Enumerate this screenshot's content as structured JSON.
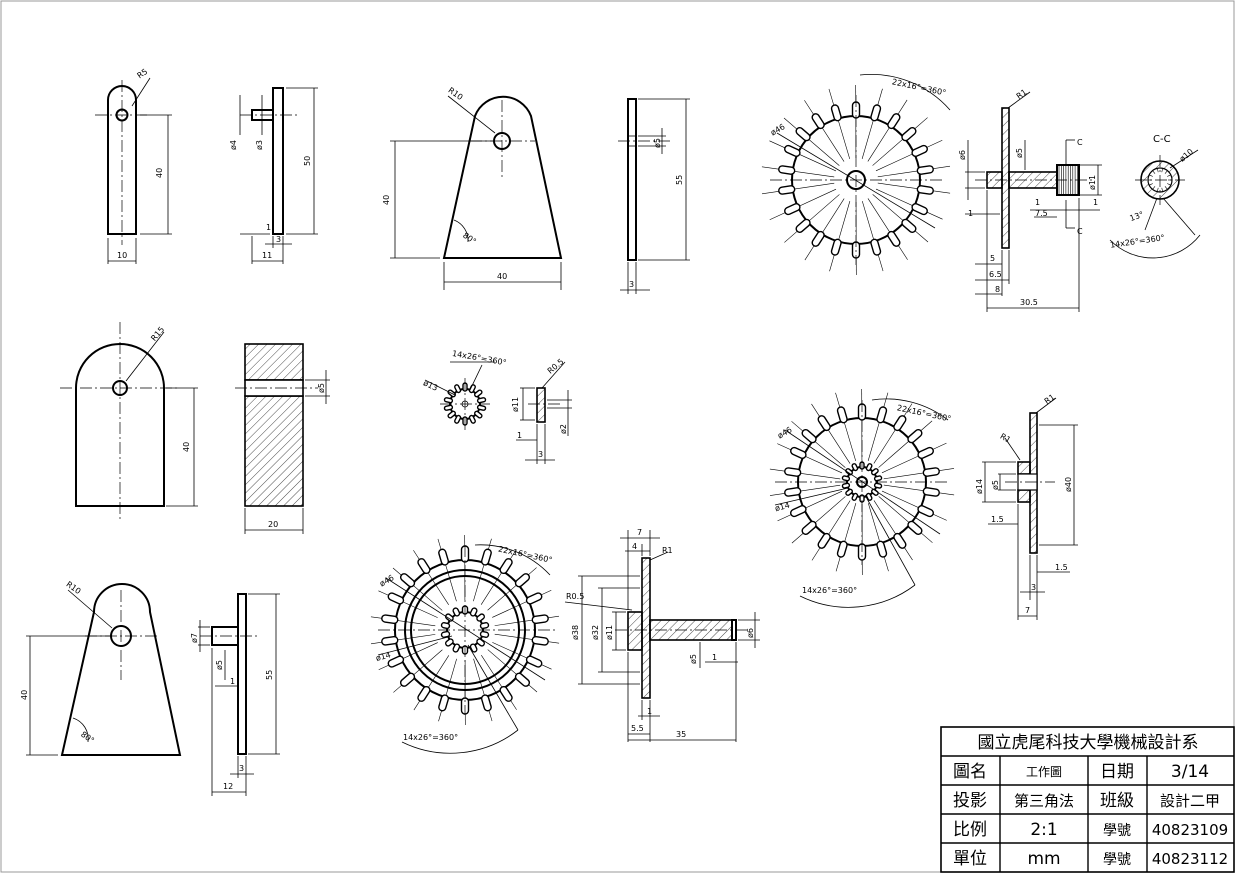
{
  "dims": {
    "d1_r": "R5",
    "d1_h": "40",
    "d1_w": "10",
    "d2_phi4": "ø4",
    "d2_phi3": "ø3",
    "d2_h": "50",
    "d2_1": "1",
    "d2_3": "3",
    "d2_11": "11",
    "d3_r": "R10",
    "d3_h": "40",
    "d3_ang": "80°",
    "d3_w": "40",
    "d4_phi5": "ø5",
    "d4_h": "55",
    "d4_3": "3",
    "d5_r": "R15",
    "d5_h": "40",
    "d6_phi5": "ø5",
    "d6_w": "20",
    "d7_r": "R10",
    "d7_h": "40",
    "d7_ang": "80°",
    "d8_phi7": "ø7",
    "d8_phi5": "ø5",
    "d8_1": "1",
    "d8_h": "55",
    "d8_3": "3",
    "d8_12": "12",
    "s1_pitch": "14x26°=360°",
    "s1_phi13": "ø13",
    "s2_r": "R0.5",
    "s2_phi11": "ø11",
    "s2_1": "1",
    "s2_phi2": "ø2",
    "s2_3": "3",
    "g1_pitch": "22x16°=360°",
    "g1_phi46": "ø46",
    "g2_r1": "R1",
    "g2_phi6": "ø6",
    "g2_phi5": "ø5",
    "g2_c1": "C",
    "g2_c2": "C",
    "g2_phi11": "ø11",
    "g2_1a": "1",
    "g2_1b": "1",
    "g2_75": "7.5",
    "g2_1c": "1",
    "g2_5": "5",
    "g2_65": "6.5",
    "g2_8": "8",
    "g2_305": "30.5",
    "cc_label": "C-C",
    "cc_phi10": "ø10",
    "cc_ang": "13°",
    "cc_pitch": "14x26°=360°",
    "g3_pitch": "22x16°=360°",
    "g3_phi46": "ø46",
    "g3_phi14": "ø14",
    "g3_pitch2": "14x26°=360°",
    "g4_r1a": "R1",
    "g4_r1b": "R1",
    "g4_phi14": "ø14",
    "g4_phi5": "ø5",
    "g4_phi40": "ø40",
    "g4_15a": "1.5",
    "g4_15b": "1.5",
    "g4_3": "3",
    "g4_7": "7",
    "g5_pitch": "22x16°=360°",
    "g5_phi46": "ø46",
    "g5_phi14": "ø14",
    "g5_pitch2": "14x26°=360°",
    "g6_7": "7",
    "g6_4": "4",
    "g6_r1": "R1",
    "g6_r05": "R0.5",
    "g6_phi38": "ø38",
    "g6_phi32": "ø32",
    "g6_phi11": "ø11",
    "g6_phi5": "ø5",
    "g6_1a": "1",
    "g6_phi6": "ø6",
    "g6_1b": "1",
    "g6_55": "5.5",
    "g6_35": "35"
  },
  "title_block": {
    "school": "國立虎尾科技大學機械設計系",
    "r1": [
      "圖名",
      "工作圖",
      "日期",
      "3/14"
    ],
    "r2": [
      "投影",
      "第三角法",
      "班級",
      "設計二甲"
    ],
    "r3": [
      "比例",
      "2:1",
      "學號",
      "40823109"
    ],
    "r4": [
      "單位",
      "mm",
      "學號",
      "40823112"
    ]
  }
}
